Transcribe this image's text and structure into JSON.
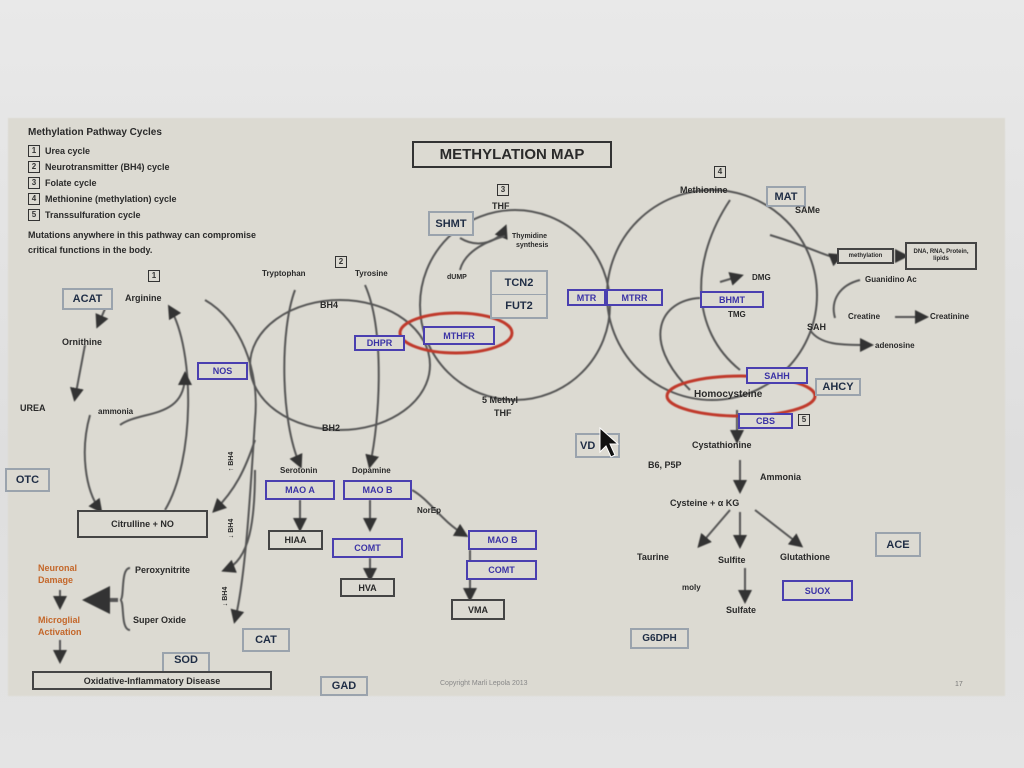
{
  "title": "METHYLATION MAP",
  "legend": {
    "heading": "Methylation Pathway Cycles",
    "items": [
      {
        "num": "1",
        "label": "Urea cycle"
      },
      {
        "num": "2",
        "label": "Neurotransmitter (BH4) cycle"
      },
      {
        "num": "3",
        "label": "Folate cycle"
      },
      {
        "num": "4",
        "label": "Methionine (methylation) cycle"
      },
      {
        "num": "5",
        "label": "Transsulfuration cycle"
      }
    ],
    "note_line1": "Mutations anywhere in this pathway can compromise",
    "note_line2": "critical functions in the body."
  },
  "urea": {
    "num": "1",
    "acat": "ACAT",
    "arginine": "Arginine",
    "ornithine": "Ornithine",
    "nos": "NOS",
    "urea": "UREA",
    "ammonia": "ammonia",
    "otc": "OTC",
    "citrulline": "Citrulline + NO",
    "bh4_1": "↑ BH4",
    "bh4_2": "↓ BH4",
    "bh4_3": "↓ BH4"
  },
  "stress": {
    "peroxynitrite": "Peroxynitrite",
    "superoxide": "Super Oxide",
    "neuronal_damage_1": "Neuronal",
    "neuronal_damage_2": "Damage",
    "microglial_1": "Microglial",
    "microglial_2": "Activation",
    "disease": "Oxidative-Inflammatory Disease",
    "sod": "SOD",
    "cat": "CAT",
    "gad": "GAD"
  },
  "neuro": {
    "num": "2",
    "tryptophan": "Tryptophan",
    "tyrosine": "Tyrosine",
    "bh4": "BH4",
    "bh2": "BH2",
    "dhpr": "DHPR",
    "serotonin": "Serotonin",
    "dopamine": "Dopamine",
    "mao_a": "MAO A",
    "mao_b": "MAO B",
    "norep": "NorEp",
    "hiaa": "HIAA",
    "comt": "COMT",
    "hva": "HVA",
    "mao_b2": "MAO B",
    "comt2": "COMT",
    "vma": "VMA"
  },
  "folate": {
    "num": "3",
    "thf": "THF",
    "shmt": "SHMT",
    "thymidine_1": "Thymidine",
    "thymidine_2": "synthesis",
    "dump": "dUMP",
    "tcn2": "TCN2",
    "fut2": "FUT2",
    "mthfr": "MTHFR",
    "methyl_thf_1": "5 Methyl",
    "methyl_thf_2": "THF",
    "mtr": "MTR",
    "mtrr": "MTRR"
  },
  "methionine": {
    "num": "4",
    "methionine": "Methionine",
    "mat": "MAT",
    "same": "SAMe",
    "methylation": "methylation",
    "targets": "DNA, RNA, Protein, lipids",
    "dmg": "DMG",
    "bhmt": "BHMT",
    "tmg": "TMG",
    "guanidino": "Guanidino Ac",
    "creatine": "Creatine",
    "creatinine": "Creatinine",
    "sah": "SAH",
    "adenosine": "adenosine",
    "sahh": "SAHH",
    "ahcy": "AHCY",
    "homocysteine": "Homocysteine"
  },
  "transsulfuration": {
    "num": "5",
    "cbs": "CBS",
    "cystathionine": "Cystathionine",
    "b6": "B6, P5P",
    "ammonia": "Ammonia",
    "cysteine": "Cysteine + α KG",
    "taurine": "Taurine",
    "sulfite": "Sulfite",
    "glutathione": "Glutathione",
    "moly": "moly",
    "suox": "SUOX",
    "sulfate": "Sulfate",
    "ace": "ACE",
    "g6dph": "G6DPH",
    "vd": "VD"
  },
  "footer": {
    "copyright": "Copyright Marli Lepola 2013",
    "page": "17"
  },
  "colors": {
    "enzyme_blue": "#3b33a6",
    "highlight_red": "#c0392b",
    "outcome_orange": "#c4672a"
  }
}
